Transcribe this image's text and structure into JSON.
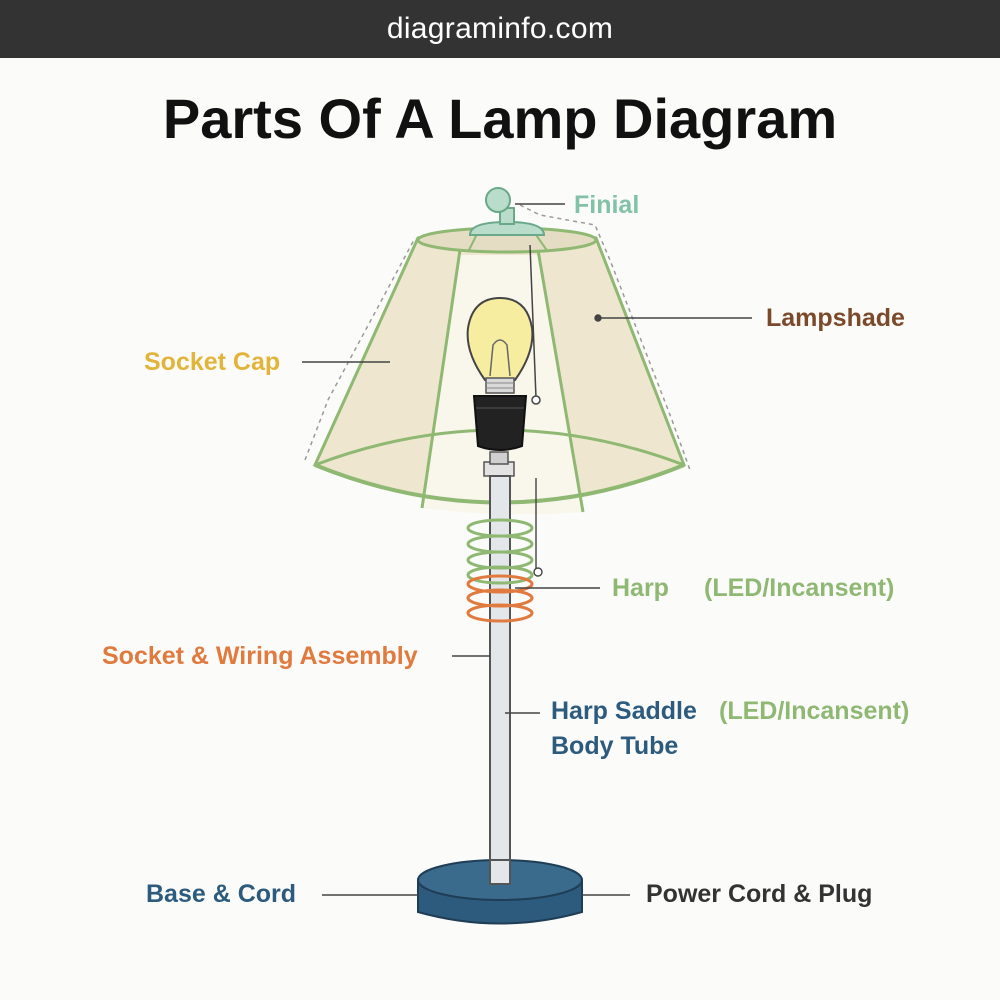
{
  "header": {
    "site": "diagraminfo.com"
  },
  "diagram": {
    "title": "Parts Of A Lamp Diagram",
    "labels": {
      "finial": "Finial",
      "lampshade": "Lampshade",
      "socket_cap": "Socket Cap",
      "harp": "Harp",
      "harp_note": "(LED/Incansent)",
      "socket_wiring": "Socket & Wiring Assembly",
      "harp_saddle": "Harp Saddle",
      "harp_saddle_note": "(LED/Incansent)",
      "body_tube": "Body Tube",
      "base_cord": "Base & Cord",
      "power_cord": "Power Cord & Plug"
    }
  },
  "colors": {
    "green": "#8fb873",
    "teal": "#82c2a6",
    "brown": "#7c4a2a",
    "yellow": "#e2b43a",
    "orange": "#e07a3e",
    "navy": "#2d5b7e",
    "dark": "#333333"
  }
}
